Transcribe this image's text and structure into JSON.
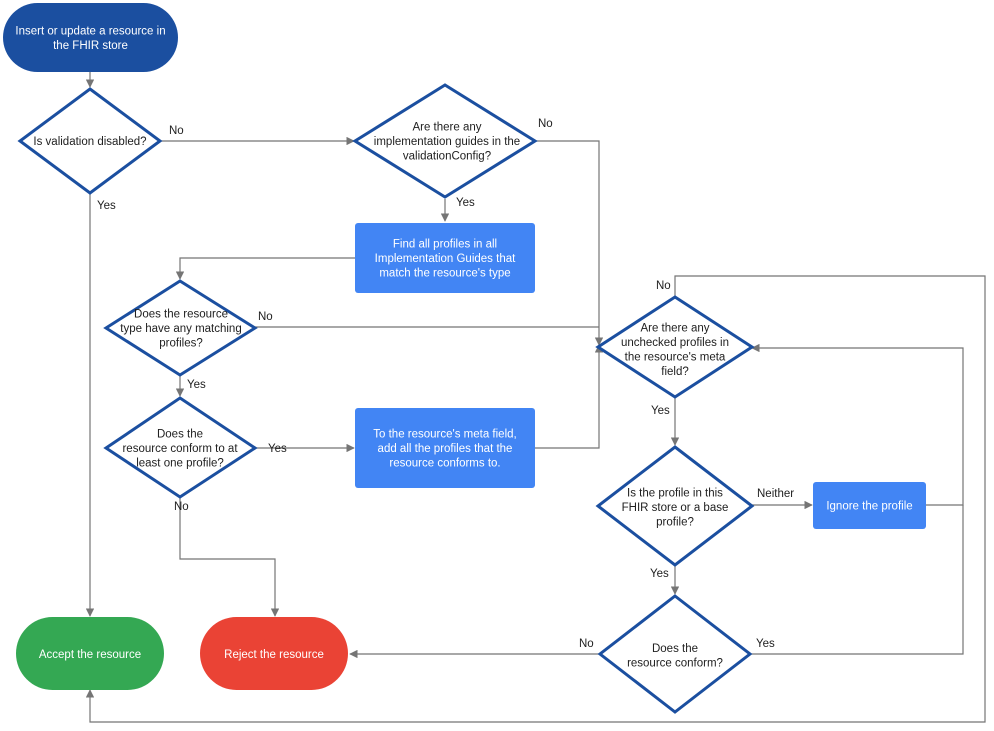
{
  "colors": {
    "start": "#1b4fa0",
    "process": "#4285f4",
    "accept": "#34a853",
    "reject": "#ea4335",
    "diamond_stroke": "#1b4fa0",
    "edge": "#757575"
  },
  "nodes": {
    "start": [
      "Insert or update a resource in",
      "the FHIR store"
    ],
    "d_validation": [
      "Is validation disabled?"
    ],
    "d_guides": [
      "Are there any",
      "implementation guides in the",
      "validationConfig?"
    ],
    "p_find": [
      "Find all profiles in all",
      "Implementation Guides that",
      "match the resource's type"
    ],
    "d_matching": [
      "Does the resource",
      "type have any matching",
      "profiles?"
    ],
    "d_conform_one": [
      "Does the",
      "resource conform to at",
      "least one profile?"
    ],
    "p_meta": [
      "To the resource's meta field,",
      "add all the profiles that the",
      "resource conforms to."
    ],
    "d_unchecked": [
      "Are there any",
      "unchecked profiles in",
      "the resource's meta",
      "field?"
    ],
    "d_profile_store": [
      "Is the profile in this",
      "FHIR store or a base",
      "profile?"
    ],
    "p_ignore": [
      "Ignore the profile"
    ],
    "d_conform": [
      "Does the",
      "resource conform?"
    ],
    "accept": [
      "Accept the resource"
    ],
    "reject": [
      "Reject the resource"
    ]
  },
  "edge_labels": {
    "validation_no": "No",
    "validation_yes": "Yes",
    "guides_no": "No",
    "guides_yes": "Yes",
    "matching_no": "No",
    "matching_yes": "Yes",
    "conform_one_yes": "Yes",
    "conform_one_no": "No",
    "unchecked_no": "No",
    "unchecked_yes": "Yes",
    "store_neither": "Neither",
    "store_yes": "Yes",
    "conform_no": "No",
    "conform_yes": "Yes"
  }
}
